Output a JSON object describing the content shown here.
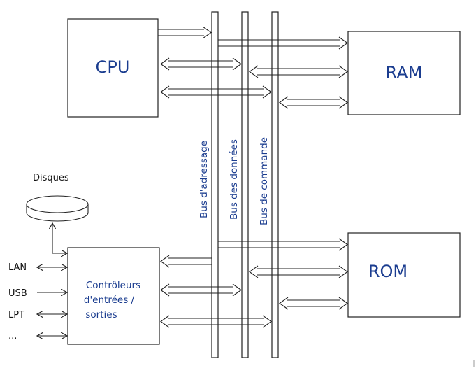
{
  "boxes": {
    "cpu": "CPU",
    "ram": "RAM",
    "rom": "ROM",
    "io_line1": "Contrôleurs",
    "io_line2": "d'entrées /",
    "io_line3": "sorties"
  },
  "buses": {
    "address": "Bus d'adressage",
    "data": "Bus des données",
    "command": "Bus de commande"
  },
  "peripherals": {
    "disks": "Disques",
    "lan": "LAN",
    "usb": "USB",
    "lpt": "LPT",
    "more": "..."
  }
}
